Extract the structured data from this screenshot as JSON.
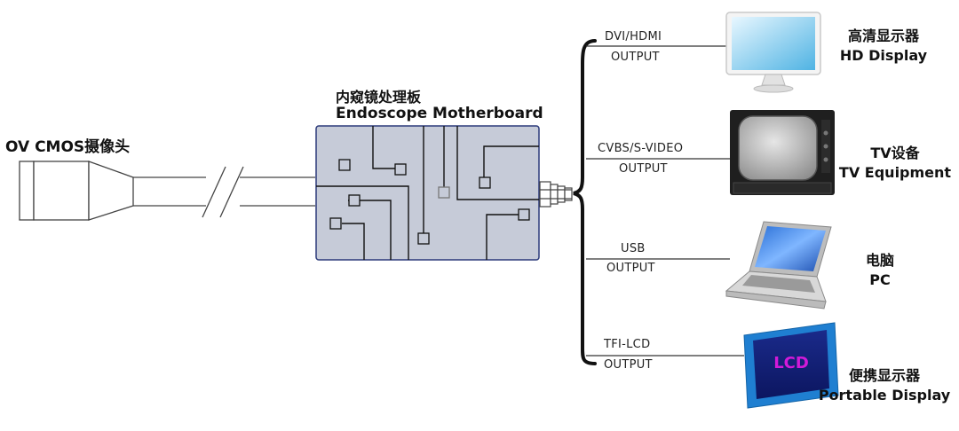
{
  "camera": {
    "label": "OV CMOS摄像头"
  },
  "motherboard": {
    "label_cn": "内窥镜处理板",
    "label_en": "Endoscope Motherboard"
  },
  "outputs": [
    {
      "interface": "DVI/HDMI",
      "word": "OUTPUT",
      "device_cn": "高清显示器",
      "device_en": "HD Display",
      "icon": "monitor-icon"
    },
    {
      "interface": "CVBS/S-VIDEO",
      "word": "OUTPUT",
      "device_cn": "TV设备",
      "device_en": "TV Equipment",
      "icon": "crt-tv-icon"
    },
    {
      "interface": "USB",
      "word": "OUTPUT",
      "device_cn": "电脑",
      "device_en": "PC",
      "icon": "laptop-icon"
    },
    {
      "interface": "TFI-LCD",
      "word": "OUTPUT",
      "device_cn": "便携显示器",
      "device_en": "Portable Display",
      "icon": "portable-lcd-icon",
      "screen_text": "LCD"
    }
  ],
  "colors": {
    "board": "#c6cbd8",
    "board_border": "#2b3a7a",
    "line": "#222222",
    "lcd_frame": "#1f7fd1",
    "lcd_text": "#d21ad9",
    "monitor_screen": "#6cc3e8"
  }
}
